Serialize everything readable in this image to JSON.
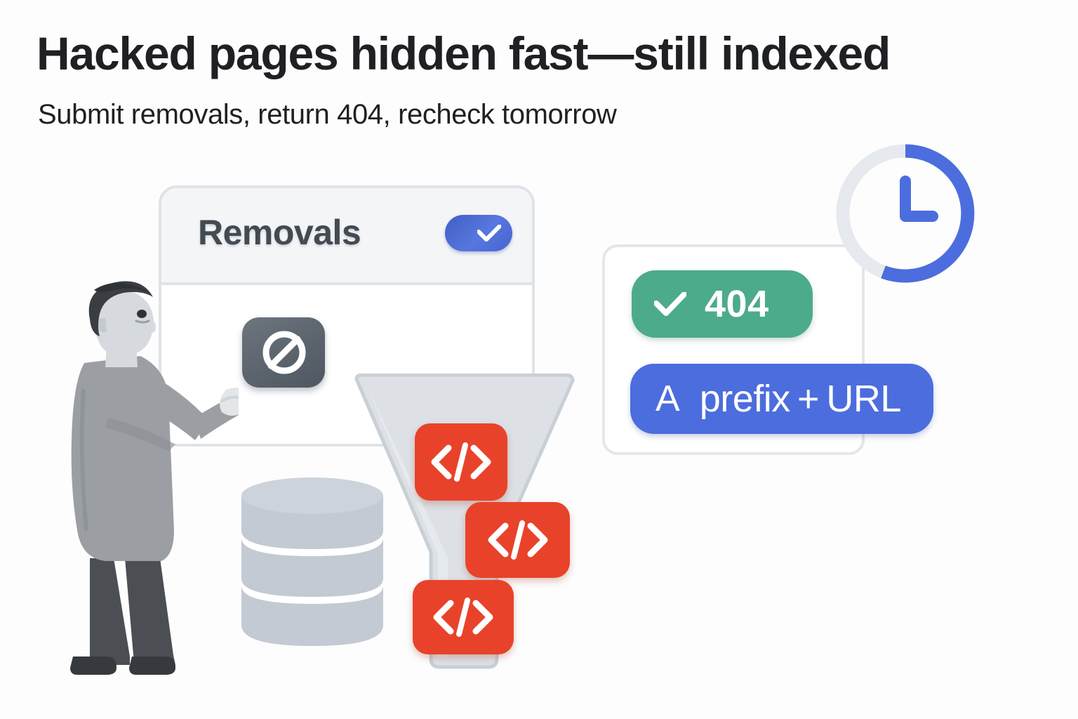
{
  "header": {
    "title": "Hacked pages hidden fast—still indexed",
    "subtitle": "Submit removals, return 404, recheck tomorrow"
  },
  "removals_card": {
    "title": "Removals",
    "toggle": {
      "state": "on",
      "icon": "check-icon"
    },
    "block_button": {
      "icon": "no-entry-icon",
      "label": ""
    }
  },
  "funnel": {
    "icon": "funnel-icon",
    "chips": [
      {
        "icon": "code-icon",
        "label": "</>"
      },
      {
        "icon": "code-icon",
        "label": "</>"
      },
      {
        "icon": "code-icon",
        "label": "</>"
      }
    ]
  },
  "database": {
    "icon": "database-icon",
    "layers": 3
  },
  "status_card": {
    "pills": [
      {
        "icon": "check-icon",
        "label": "404"
      },
      {
        "prefix": "A",
        "label": "prefix + URL"
      }
    ]
  },
  "clock": {
    "icon": "clock-icon",
    "progress_pct": 55
  },
  "person": {
    "icon": "person-illustration"
  },
  "colors": {
    "background": "#fdfdfd",
    "title_text": "#1f2023",
    "card_border": "#dfe3e8",
    "card_head": "#f4f5f7",
    "removals_text": "#434a52",
    "accent_blue": "#4c6ddd",
    "toggle_blue": "#4763cf",
    "success_green": "#4cab8b",
    "code_red": "#e8432a",
    "neutral_gray": "#c9cfd8",
    "slate": "#5b646d",
    "clock_track": "#e6eaef",
    "clock_fill": "#4c6ddd"
  }
}
